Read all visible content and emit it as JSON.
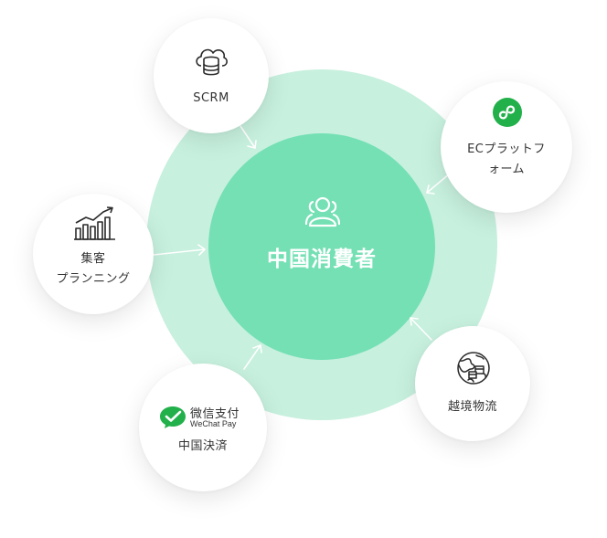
{
  "center": {
    "label": "中国消費者",
    "icon": "users-icon"
  },
  "nodes": {
    "scrm": {
      "icon": "cloud-database-icon",
      "label": "SCRM"
    },
    "ec": {
      "icon": "mini-program-icon",
      "label_line1": "ECプラットフ",
      "label_line2": "ォーム"
    },
    "planning": {
      "icon": "growth-chart-icon",
      "label_line1": "集客",
      "label_line2": "プランニング"
    },
    "payment": {
      "icon": "wechat-pay-icon",
      "logo_cn": "微信支付",
      "logo_en": "WeChat Pay",
      "label": "中国決済"
    },
    "logistics": {
      "icon": "globe-shipping-icon",
      "label": "越境物流"
    }
  },
  "colors": {
    "outer_ring": "#c7f0de",
    "core": "#74e0b4",
    "wechat_green": "#22b04b",
    "arrow": "#ffffff"
  }
}
